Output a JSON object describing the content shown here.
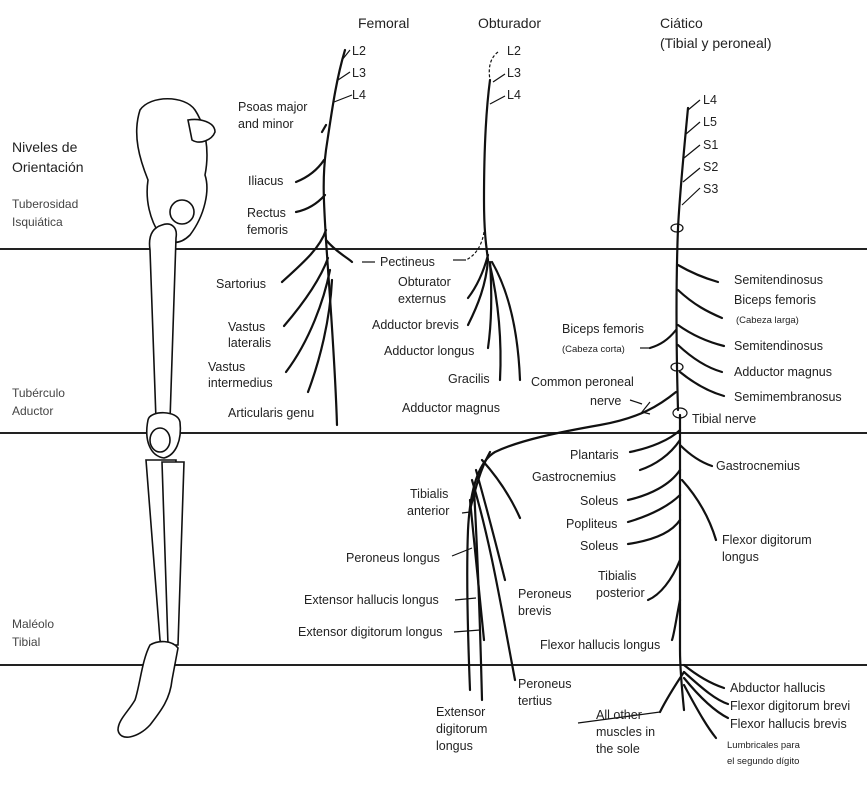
{
  "headers": {
    "femoral": "Femoral",
    "obturator": "Obturador",
    "sciatic": "Ciático",
    "sciatic_sub": "(Tibial y peroneal)"
  },
  "levels": {
    "title_line1": "Niveles de",
    "title_line2": "Orientación",
    "ischial_1": "Tuberosidad",
    "ischial_2": "Isquiática",
    "adductor_1": "Tubérculo",
    "adductor_2": "Aductor",
    "malleolus_1": "Maléolo",
    "malleolus_2": "Tibial"
  },
  "roots": {
    "femoral": [
      "L2",
      "L3",
      "L4"
    ],
    "obturator": [
      "L2",
      "L3",
      "L4"
    ],
    "sciatic": [
      "L4",
      "L5",
      "S1",
      "S2",
      "S3"
    ]
  },
  "femoral_muscles": {
    "psoas_1": "Psoas major",
    "psoas_2": "and minor",
    "iliacus": "Iliacus",
    "rectus_1": "Rectus",
    "rectus_2": "femoris",
    "sartorius": "Sartorius",
    "vastus_lat_1": "Vastus",
    "vastus_lat_2": "lateralis",
    "vastus_int_1": "Vastus",
    "vastus_int_2": "intermedius",
    "articularis": "Articularis genu"
  },
  "obturator_muscles": {
    "pectineus": "Pectineus",
    "obt_ext_1": "Obturator",
    "obt_ext_2": "externus",
    "add_brevis": "Adductor brevis",
    "add_longus": "Adductor longus",
    "gracilis": "Gracilis",
    "add_magnus": "Adductor magnus"
  },
  "sciatic_thigh": {
    "semitendinosus_1": "Semitendinosus",
    "biceps_long_1": "Biceps femoris",
    "biceps_long_2": "(Cabeza larga)",
    "semitendinosus_2": "Semitendinosus",
    "adductor_magnus": "Adductor magnus",
    "semimembranosus": "Semimembranosus",
    "biceps_short_1": "Biceps femoris",
    "biceps_short_2": "(Cabeza corta)",
    "common_peroneal_1": "Common peroneal",
    "common_peroneal_2": "nerve",
    "tibial_nerve": "Tibial nerve"
  },
  "tibial_leg": {
    "plantaris": "Plantaris",
    "gastrocnemius_l": "Gastrocnemius",
    "gastrocnemius_r": "Gastrocnemius",
    "soleus_1": "Soleus",
    "popliteus": "Popliteus",
    "soleus_2": "Soleus",
    "flexor_dig_1": "Flexor digitorum",
    "flexor_dig_2": "longus",
    "tib_post_1": "Tibialis",
    "tib_post_2": "posterior",
    "flexor_hal_longus": "Flexor hallucis longus"
  },
  "peroneal_leg": {
    "tib_ant_1": "Tibialis",
    "tib_ant_2": "anterior",
    "peroneus_longus": "Peroneus longus",
    "ext_hal_longus": "Extensor hallucis longus",
    "ext_dig_longus": "Extensor digitorum longus",
    "peroneus_brevis_1": "Peroneus",
    "peroneus_brevis_2": "brevis",
    "peroneus_tertius_1": "Peroneus",
    "peroneus_tertius_2": "tertius",
    "ext_dig_1": "Extensor",
    "ext_dig_2": "digitorum",
    "ext_dig_3": "longus"
  },
  "foot": {
    "all_other_1": "All other",
    "all_other_2": "muscles in",
    "all_other_3": "the sole",
    "abductor_hallucis": "Abductor hallucis",
    "flexor_dig_brevis": "Flexor digitorum brevi",
    "flexor_hal_brevis": "Flexor hallucis brevis",
    "lumbricales_1": "Lumbricales para",
    "lumbricales_2": "el segundo dígito"
  }
}
